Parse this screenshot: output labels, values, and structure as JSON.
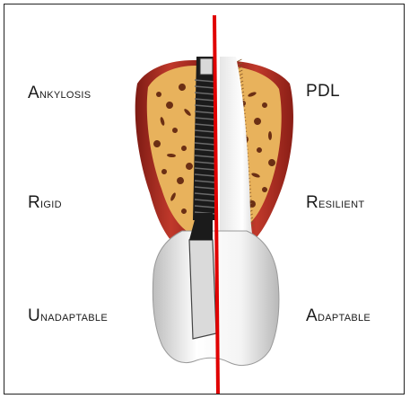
{
  "labels": {
    "left": [
      {
        "first": "A",
        "rest": "nkylosis"
      },
      {
        "first": "R",
        "rest": "igid"
      },
      {
        "first": "U",
        "rest": "nadaptable"
      }
    ],
    "right": [
      {
        "first": "P",
        "rest": "DL"
      },
      {
        "first": "R",
        "rest": "esilient"
      },
      {
        "first": "A",
        "rest": "daptable"
      }
    ]
  },
  "colors": {
    "gingiva": "#c0392b",
    "bone": "#e8b25c",
    "marrow": "#6b2f14",
    "implant": "#1b1b1b",
    "crown": "#f1f1f1",
    "divider": "#e00000"
  }
}
